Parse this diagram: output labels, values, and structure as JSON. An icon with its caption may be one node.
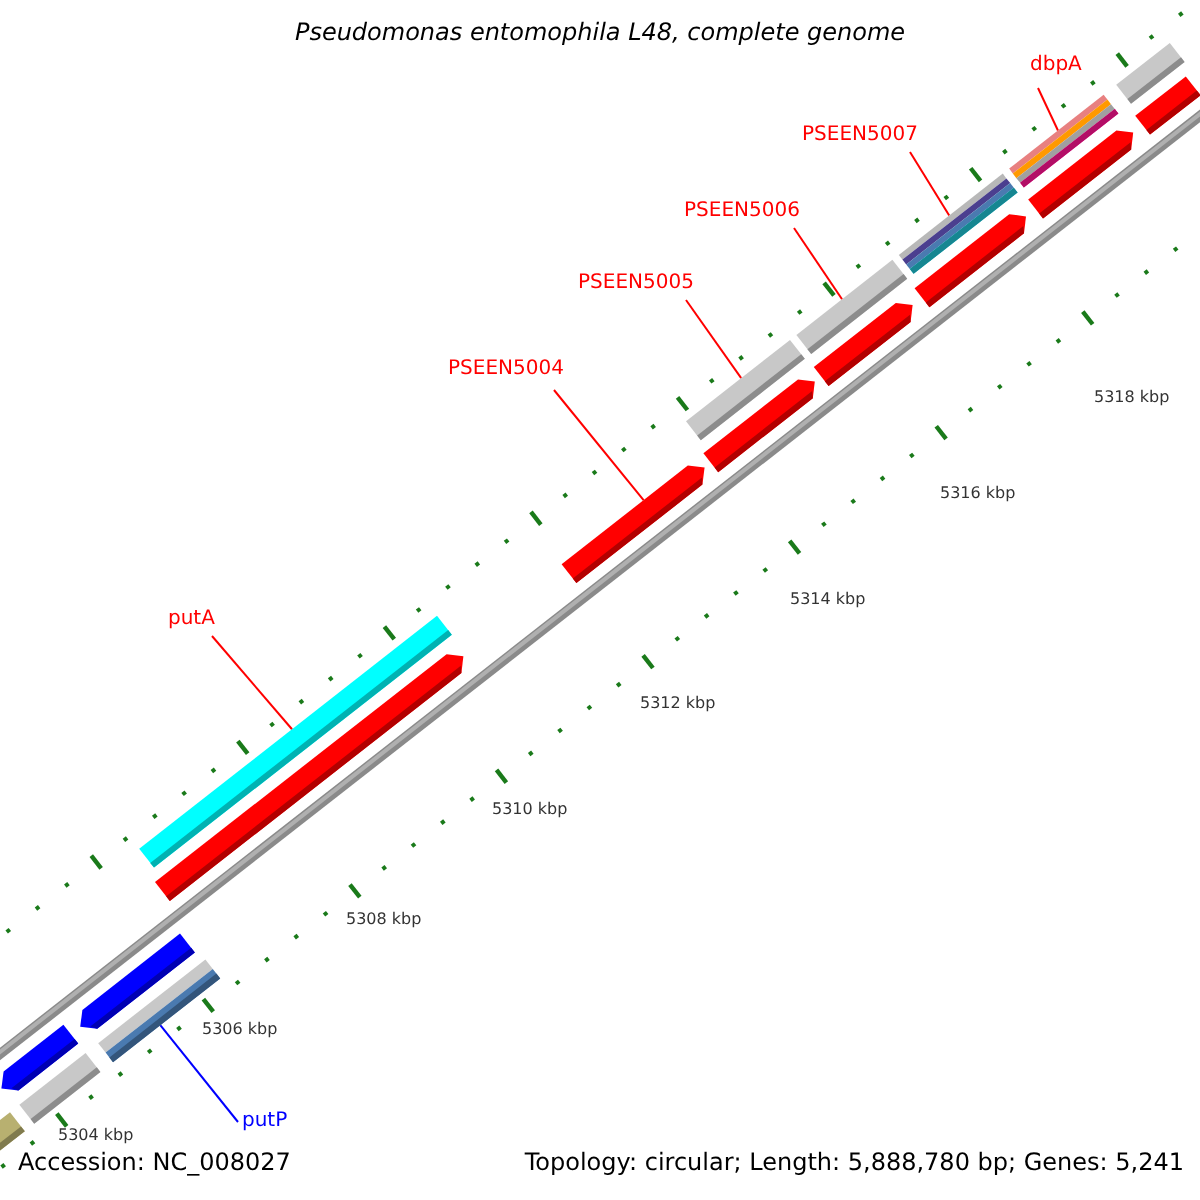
{
  "diagram": {
    "title": "Pseudomonas entomophila L48, complete genome",
    "nodes": [
      {
        "text": [
          "dbpA"
        ]
      },
      {
        "text": [
          "PSEEN5007"
        ]
      },
      {
        "text": [
          "PSEEN5006"
        ]
      },
      {
        "text": [
          "PSEEN5005"
        ]
      },
      {
        "text": [
          "PSEEN5004"
        ]
      },
      {
        "text": [
          "putA"
        ]
      },
      {
        "text": [
          "putP"
        ]
      },
      {
        "text": [],
        "shape": "bar"
      },
      {
        "text": [],
        "shape": "bar"
      },
      {
        "text": [],
        "shape": "bar"
      },
      {
        "text": [],
        "shape": "bar"
      },
      {
        "text": [],
        "shape": "bar"
      },
      {
        "text": [],
        "shape": "bar"
      },
      {
        "text": [],
        "shape": "bar"
      },
      {
        "text": [],
        "shape": "bar"
      },
      {
        "text": [],
        "shape": "bar"
      },
      {
        "text": [],
        "shape": "bar"
      },
      {
        "text": [],
        "shape": "bar"
      },
      {
        "text": [],
        "shape": "bar"
      },
      {
        "text": [],
        "shape": "bar"
      },
      {
        "text": [],
        "shape": "bar"
      },
      {
        "text": [],
        "shape": "bar"
      },
      {
        "text": [],
        "shape": "bar"
      },
      {
        "text": [],
        "shape": "bar"
      },
      {
        "text": [],
        "shape": "bar"
      }
    ],
    "edges": [
      {
        "from": 0,
        "to": 22,
        "arrow": "none"
      },
      {
        "from": 1,
        "to": 20,
        "arrow": "none"
      },
      {
        "from": 2,
        "to": 18,
        "arrow": "none"
      },
      {
        "from": 3,
        "to": 16,
        "arrow": "none"
      },
      {
        "from": 4,
        "to": 14,
        "arrow": "none"
      },
      {
        "from": 5,
        "to": 13,
        "arrow": "none"
      },
      {
        "from": 6,
        "to": 11,
        "arrow": "none",
        "color": "#0000ff"
      }
    ],
    "labels": [
      "5318 kbp",
      "5316 kbp",
      "5314 kbp",
      "5312 kbp",
      "5310 kbp",
      "5308 kbp",
      "5306 kbp",
      "5304 kbp",
      "Accession: NC_008027",
      "Topology: circular; Length: 5,888,780 bp; Genes: 5,241"
    ]
  }
}
